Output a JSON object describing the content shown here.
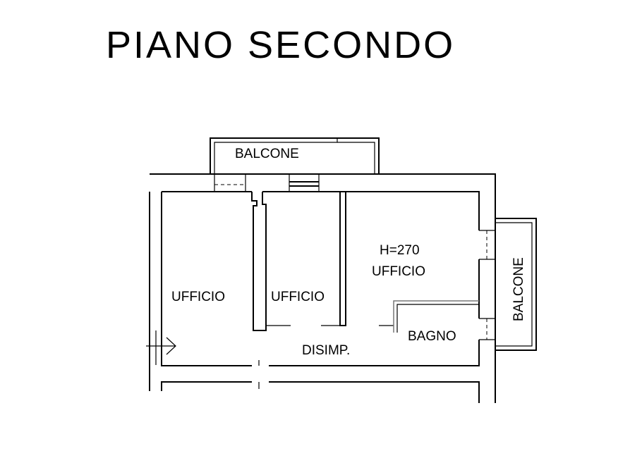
{
  "plan": {
    "title": "PIANO SECONDO",
    "labels": {
      "balcone_top": "BALCONE",
      "balcone_right": "BALCONE",
      "ufficio_left": "UFFICIO",
      "ufficio_middle": "UFFICIO",
      "height": "H=270",
      "ufficio_right": "UFFICIO",
      "bagno": "BAGNO",
      "disimp": "DISIMP."
    }
  }
}
